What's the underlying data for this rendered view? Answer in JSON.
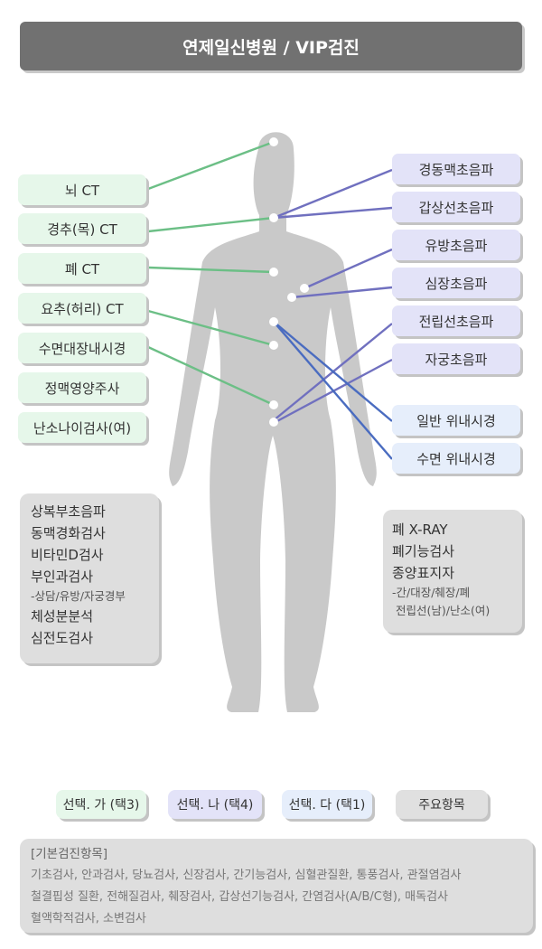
{
  "header": {
    "title": "연제일신병원 / VIP검진"
  },
  "colors": {
    "green_line": "#6cbf86",
    "purple_line": "#7070bf",
    "blue_line": "#4a6cc0",
    "silhouette": "#c9c9c9"
  },
  "option_a": {
    "items": [
      "뇌 CT",
      "경추(목) CT",
      "폐 CT",
      "요추(허리) CT",
      "수면대장내시경",
      "정맥영양주사",
      "난소나이검사(여)"
    ]
  },
  "option_b": {
    "items": [
      "경동맥초음파",
      "갑상선초음파",
      "유방초음파",
      "심장초음파",
      "전립선초음파",
      "자궁초음파"
    ]
  },
  "option_c": {
    "items": [
      "일반 위내시경",
      "수면 위내시경"
    ]
  },
  "main_left": {
    "lines": [
      "상복부초음파",
      "동맥경화검사",
      "비타민D검사",
      "부인과검사"
    ],
    "sub": "-상담/유방/자궁경부",
    "lines2": [
      "체성분분석",
      "심전도검사"
    ]
  },
  "main_right": {
    "lines": [
      "폐 X-RAY",
      "폐기능검사",
      "종양표지자"
    ],
    "sub": [
      "-간/대장/췌장/폐",
      " 전립선(남)/난소(여)"
    ]
  },
  "legend": {
    "a": "선택. 가 (택3)",
    "b": "선택. 나 (택4)",
    "c": "선택. 다 (택1)",
    "main": "주요항목"
  },
  "basic": {
    "title": "[기본검진항목]",
    "lines": [
      "기초검사, 안과검사, 당뇨검사, 신장검사, 간기능검사, 심혈관질환, 통풍검사, 관절염검사",
      "철결핍성 질환, 전해질검사, 췌장검사, 갑상선기능검사, 간염검사(A/B/C형), 매독검사",
      "혈액학적검사, 소변검사"
    ]
  }
}
